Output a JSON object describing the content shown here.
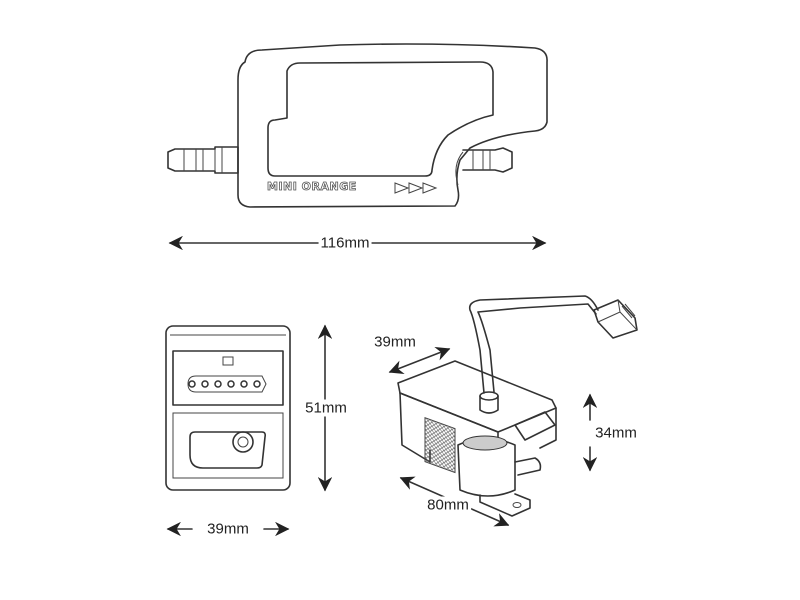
{
  "product_label": "MINI ORANGE",
  "dimensions": {
    "length": "116mm",
    "front_height": "51mm",
    "front_width": "39mm",
    "iso_depth": "39mm",
    "iso_height": "34mm",
    "iso_length": "80mm"
  },
  "colors": {
    "line": "#333333",
    "background": "#ffffff"
  }
}
